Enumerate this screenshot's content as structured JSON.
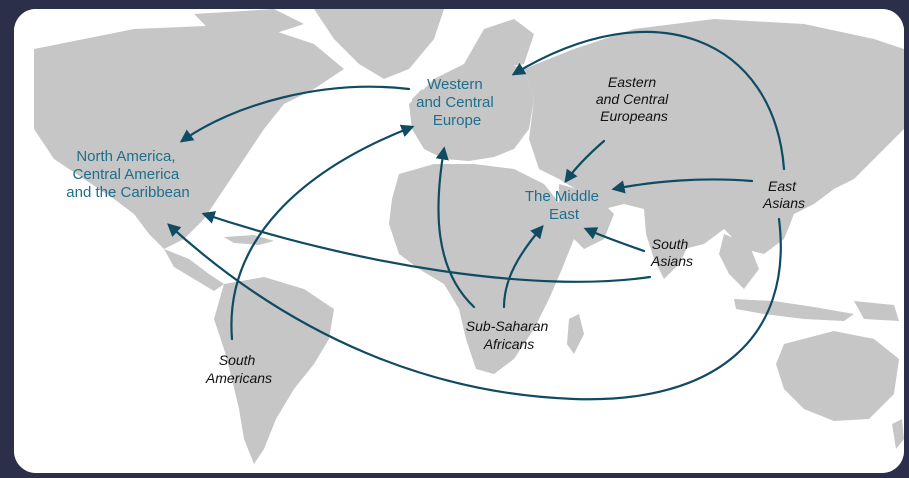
{
  "colors": {
    "background": "#2b2f4a",
    "ocean": "#ffffff",
    "land": "#c6c6c6",
    "arrow": "#0f4b63",
    "destination_text": "#1d6f8c",
    "origin_text": "#111111"
  },
  "destinations": {
    "europe": [
      "Western",
      "and Central",
      "Europe"
    ],
    "north_america": [
      "North America,",
      "Central America",
      "and the Caribbean"
    ],
    "middle_east": [
      "The Middle",
      "East"
    ]
  },
  "origins": {
    "eastern_europeans": [
      "Eastern",
      "and Central",
      "Europeans"
    ],
    "east_asians": [
      "East",
      "Asians"
    ],
    "south_asians": [
      "South",
      "Asians"
    ],
    "sub_saharan": [
      "Sub-Saharan",
      "Africans"
    ],
    "south_americans": [
      "South",
      "Americans"
    ]
  }
}
